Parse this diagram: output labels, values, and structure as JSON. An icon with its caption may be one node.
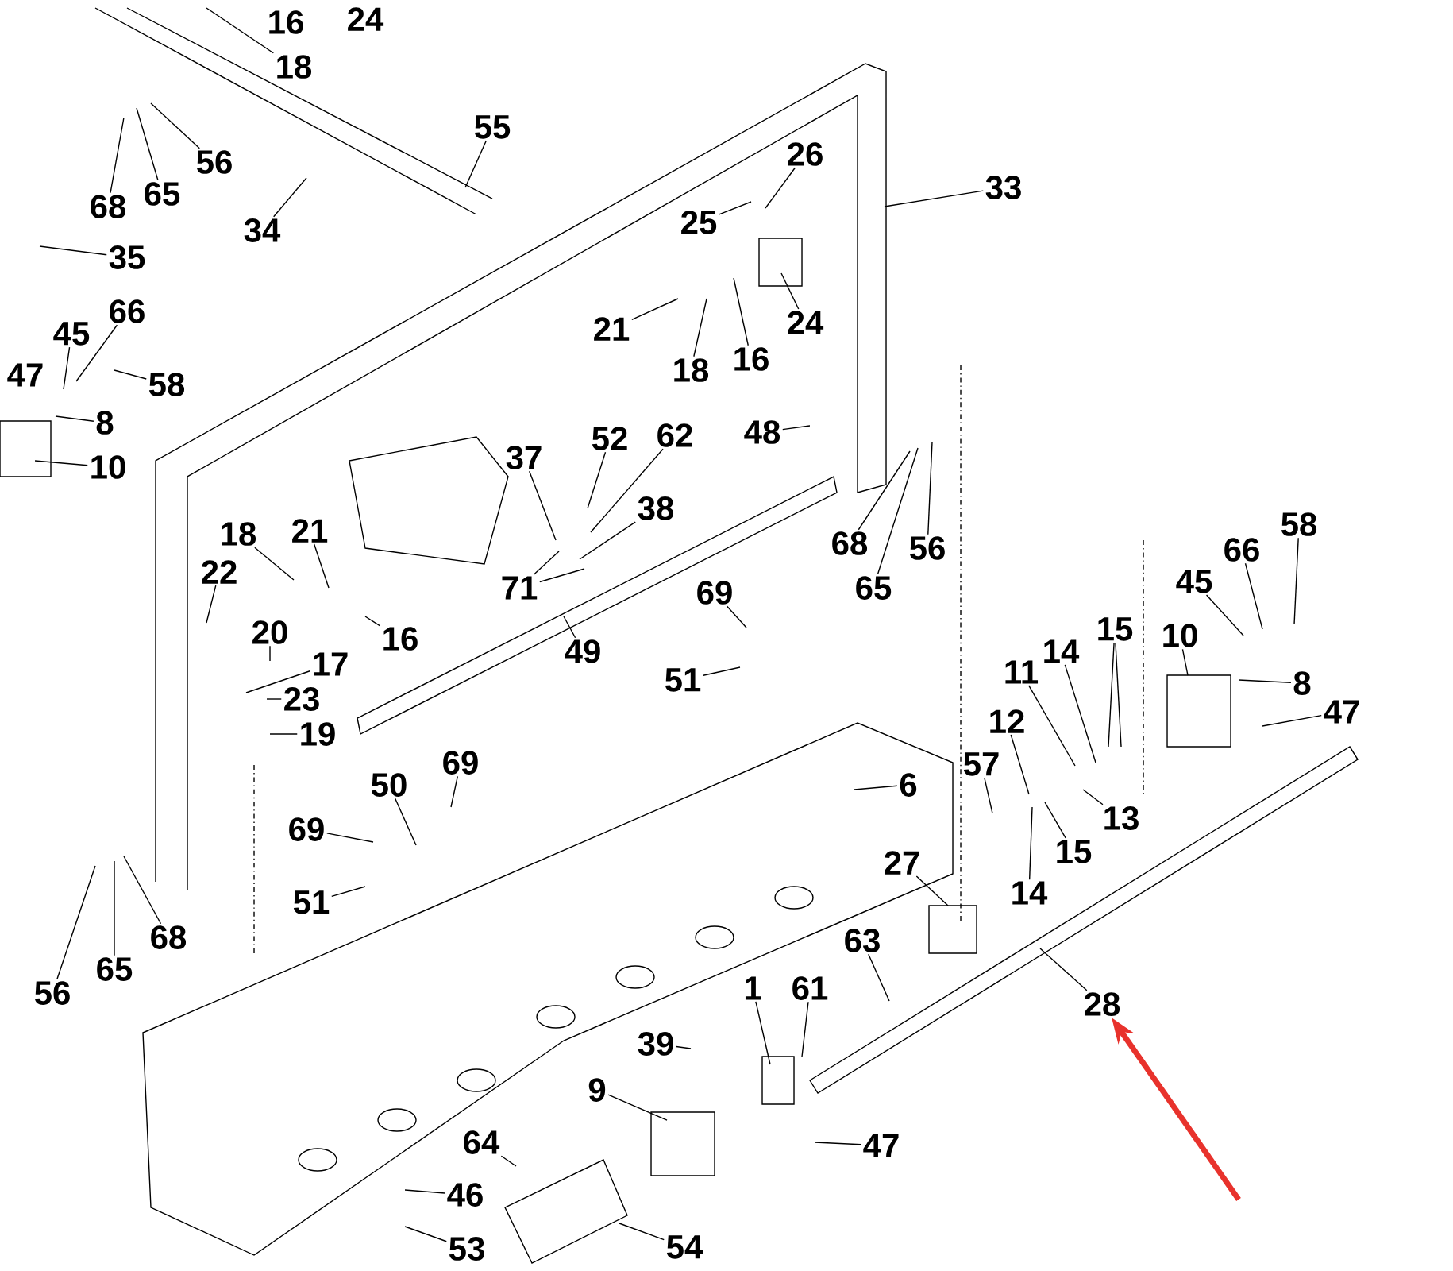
{
  "diagram": {
    "nodes": [
      {
        "text": [
          "18"
        ]
      },
      {
        "text": [
          "55"
        ]
      },
      {
        "text": [
          "56"
        ]
      },
      {
        "text": [
          "68"
        ]
      },
      {
        "text": [
          "65"
        ]
      },
      {
        "text": [
          "34"
        ]
      },
      {
        "text": [
          "35"
        ]
      },
      {
        "text": [
          "26"
        ]
      },
      {
        "text": [
          "25"
        ]
      },
      {
        "text": [
          "33"
        ]
      },
      {
        "text": [
          "21"
        ]
      },
      {
        "text": [
          "18"
        ]
      },
      {
        "text": [
          "16"
        ]
      },
      {
        "text": [
          "24"
        ]
      },
      {
        "text": [
          "66"
        ]
      },
      {
        "text": [
          "45"
        ]
      },
      {
        "text": [
          "58"
        ]
      },
      {
        "text": [
          "8"
        ]
      },
      {
        "text": [
          "10"
        ]
      },
      {
        "text": [
          "48"
        ]
      },
      {
        "text": [
          "37"
        ]
      },
      {
        "text": [
          "52"
        ]
      },
      {
        "text": [
          "62"
        ]
      },
      {
        "text": [
          "38"
        ]
      },
      {
        "text": [
          "68"
        ]
      },
      {
        "text": [
          "65"
        ]
      },
      {
        "text": [
          "56"
        ]
      },
      {
        "text": [
          "71"
        ]
      },
      {
        "text": [
          "18"
        ]
      },
      {
        "text": [
          "21"
        ]
      },
      {
        "text": [
          "22"
        ]
      },
      {
        "text": [
          "20"
        ]
      },
      {
        "text": [
          "16"
        ]
      },
      {
        "text": [
          "17"
        ]
      },
      {
        "text": [
          "23"
        ]
      },
      {
        "text": [
          "19"
        ]
      },
      {
        "text": [
          "49"
        ]
      },
      {
        "text": [
          "69"
        ]
      },
      {
        "text": [
          "51"
        ]
      },
      {
        "text": [
          "58"
        ]
      },
      {
        "text": [
          "66"
        ]
      },
      {
        "text": [
          "45"
        ]
      },
      {
        "text": [
          "15"
        ]
      },
      {
        "text": [
          "14"
        ]
      },
      {
        "text": [
          "11"
        ]
      },
      {
        "text": [
          "10"
        ]
      },
      {
        "text": [
          "8"
        ]
      },
      {
        "text": [
          "47"
        ]
      },
      {
        "text": [
          "12"
        ]
      },
      {
        "text": [
          "57"
        ]
      },
      {
        "text": [
          "13"
        ]
      },
      {
        "text": [
          "15"
        ]
      },
      {
        "text": [
          "14"
        ]
      },
      {
        "text": [
          "6"
        ]
      },
      {
        "text": [
          "50"
        ]
      },
      {
        "text": [
          "69"
        ]
      },
      {
        "text": [
          "69"
        ]
      },
      {
        "text": [
          "51"
        ]
      },
      {
        "text": [
          "27"
        ]
      },
      {
        "text": [
          "56"
        ]
      },
      {
        "text": [
          "65"
        ]
      },
      {
        "text": [
          "68"
        ]
      },
      {
        "text": [
          "63"
        ]
      },
      {
        "text": [
          "28"
        ]
      },
      {
        "text": [
          "1"
        ]
      },
      {
        "text": [
          "61"
        ]
      },
      {
        "text": [
          "39"
        ]
      },
      {
        "text": [
          "9"
        ]
      },
      {
        "text": [
          "47"
        ]
      },
      {
        "text": [
          "64"
        ]
      },
      {
        "text": [
          "46"
        ]
      },
      {
        "text": [
          "53"
        ]
      },
      {
        "text": [
          "54"
        ]
      }
    ],
    "edges": [
      {
        "from": 0,
        "to": null,
        "arrow": "none"
      },
      {
        "from": 1,
        "to": null,
        "arrow": "none"
      },
      {
        "from": 2,
        "to": null,
        "arrow": "none"
      },
      {
        "from": 3,
        "to": null,
        "arrow": "none"
      },
      {
        "from": 4,
        "to": null,
        "arrow": "none"
      },
      {
        "from": 5,
        "to": null,
        "arrow": "none"
      },
      {
        "from": 6,
        "to": null,
        "arrow": "none"
      },
      {
        "from": 7,
        "to": null,
        "arrow": "none"
      },
      {
        "from": 8,
        "to": null,
        "arrow": "none"
      },
      {
        "from": 9,
        "to": null,
        "arrow": "none"
      },
      {
        "from": 10,
        "to": null,
        "arrow": "none"
      },
      {
        "from": 11,
        "to": null,
        "arrow": "none"
      },
      {
        "from": 12,
        "to": null,
        "arrow": "none"
      },
      {
        "from": 13,
        "to": null,
        "arrow": "none"
      },
      {
        "from": 14,
        "to": null,
        "arrow": "none"
      },
      {
        "from": 15,
        "to": null,
        "arrow": "none"
      },
      {
        "from": 16,
        "to": null,
        "arrow": "none"
      },
      {
        "from": 17,
        "to": null,
        "arrow": "none"
      },
      {
        "from": 18,
        "to": null,
        "arrow": "none"
      },
      {
        "from": 19,
        "to": null,
        "arrow": "none"
      },
      {
        "from": 20,
        "to": null,
        "arrow": "none"
      },
      {
        "from": 21,
        "to": null,
        "arrow": "none"
      },
      {
        "from": 22,
        "to": null,
        "arrow": "none"
      },
      {
        "from": 23,
        "to": null,
        "arrow": "none"
      },
      {
        "from": 24,
        "to": null,
        "arrow": "none"
      },
      {
        "from": 25,
        "to": null,
        "arrow": "none"
      },
      {
        "from": 26,
        "to": null,
        "arrow": "none"
      },
      {
        "from": 27,
        "to": null,
        "arrow": "none"
      },
      {
        "from": 27,
        "to": null,
        "arrow": "none"
      },
      {
        "from": 28,
        "to": null,
        "arrow": "none"
      },
      {
        "from": 29,
        "to": null,
        "arrow": "none"
      },
      {
        "from": 30,
        "to": null,
        "arrow": "none"
      },
      {
        "from": 31,
        "to": null,
        "arrow": "none"
      },
      {
        "from": 32,
        "to": null,
        "arrow": "none"
      },
      {
        "from": 33,
        "to": null,
        "arrow": "none"
      },
      {
        "from": 34,
        "to": null,
        "arrow": "none"
      },
      {
        "from": 35,
        "to": null,
        "arrow": "none"
      },
      {
        "from": 36,
        "to": null,
        "arrow": "none"
      },
      {
        "from": 37,
        "to": null,
        "arrow": "none"
      },
      {
        "from": 38,
        "to": null,
        "arrow": "none"
      },
      {
        "from": 39,
        "to": null,
        "arrow": "none"
      },
      {
        "from": 40,
        "to": null,
        "arrow": "none"
      },
      {
        "from": 41,
        "to": null,
        "arrow": "none"
      },
      {
        "from": 42,
        "to": null,
        "arrow": "none"
      },
      {
        "from": 42,
        "to": null,
        "arrow": "none"
      },
      {
        "from": 43,
        "to": null,
        "arrow": "none"
      },
      {
        "from": 44,
        "to": null,
        "arrow": "none"
      },
      {
        "from": 45,
        "to": null,
        "arrow": "none"
      },
      {
        "from": 46,
        "to": null,
        "arrow": "none"
      },
      {
        "from": 47,
        "to": null,
        "arrow": "none"
      },
      {
        "from": 48,
        "to": null,
        "arrow": "none"
      },
      {
        "from": 49,
        "to": null,
        "arrow": "none"
      },
      {
        "from": 50,
        "to": null,
        "arrow": "none"
      },
      {
        "from": 51,
        "to": null,
        "arrow": "none"
      },
      {
        "from": 52,
        "to": null,
        "arrow": "none"
      },
      {
        "from": 53,
        "to": null,
        "arrow": "none"
      },
      {
        "from": 54,
        "to": null,
        "arrow": "none"
      },
      {
        "from": 55,
        "to": null,
        "arrow": "none"
      },
      {
        "from": 56,
        "to": null,
        "arrow": "none"
      },
      {
        "from": 57,
        "to": null,
        "arrow": "none"
      },
      {
        "from": 58,
        "to": null,
        "arrow": "none"
      },
      {
        "from": 59,
        "to": null,
        "arrow": "none"
      },
      {
        "from": 60,
        "to": null,
        "arrow": "none"
      },
      {
        "from": 61,
        "to": null,
        "arrow": "none"
      },
      {
        "from": 62,
        "to": null,
        "arrow": "none"
      },
      {
        "from": 63,
        "to": null,
        "arrow": "none"
      },
      {
        "from": 64,
        "to": null,
        "arrow": "none"
      },
      {
        "from": 65,
        "to": null,
        "arrow": "none"
      },
      {
        "from": 66,
        "to": null,
        "arrow": "none"
      },
      {
        "from": 67,
        "to": null,
        "arrow": "none"
      },
      {
        "from": 68,
        "to": null,
        "arrow": "none"
      },
      {
        "from": 69,
        "to": null,
        "arrow": "none"
      },
      {
        "from": 70,
        "to": null,
        "arrow": "none"
      },
      {
        "from": 71,
        "to": null,
        "arrow": "none"
      },
      {
        "from": 72,
        "to": null,
        "arrow": "none"
      },
      {
        "from": null,
        "to": 63,
        "arrow": "to",
        "style": "thick",
        "color": "#e8322c"
      }
    ],
    "labels": [
      "16",
      "24",
      "47"
    ]
  }
}
